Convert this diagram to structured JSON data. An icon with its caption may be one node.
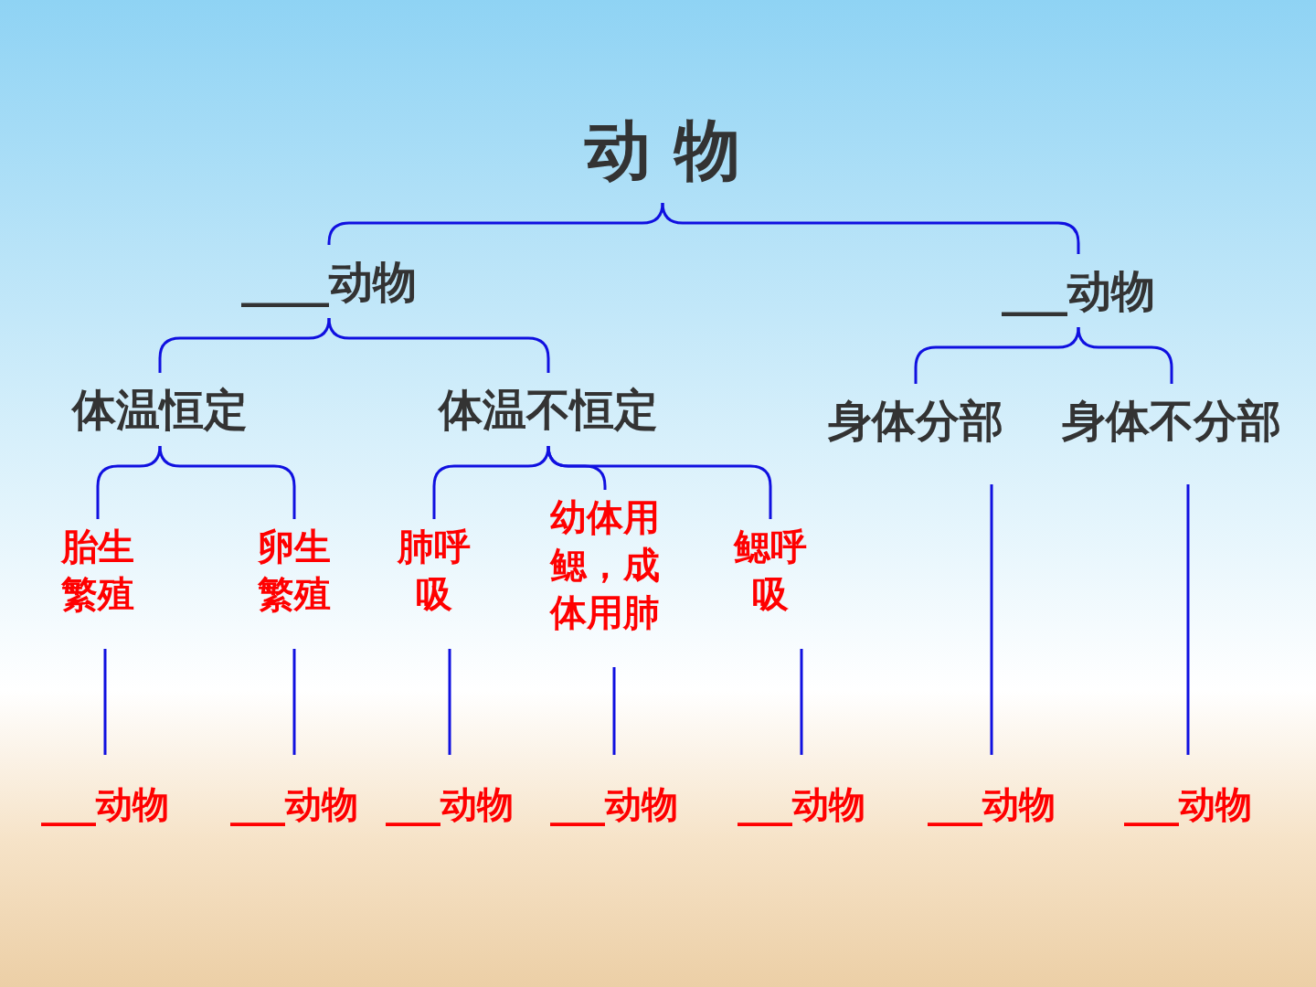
{
  "diagram": {
    "nodes": [
      {
        "text": [
          "动 物"
        ]
      },
      {
        "text": [
          "____动物"
        ]
      },
      {
        "text": [
          "___动物"
        ]
      },
      {
        "text": [
          "体温恒定"
        ]
      },
      {
        "text": [
          "体温不恒定"
        ]
      },
      {
        "text": [
          "身体分部"
        ]
      },
      {
        "text": [
          "身体不分部"
        ]
      },
      {
        "text": [
          "胎生繁殖"
        ]
      },
      {
        "text": [
          "卵生繁殖"
        ]
      },
      {
        "text": [
          "肺呼吸"
        ]
      },
      {
        "text": [
          "幼体用鳃，成体用肺"
        ]
      },
      {
        "text": [
          "鳃呼吸"
        ]
      },
      {
        "text": [
          "___动物"
        ]
      },
      {
        "text": [
          "___动物"
        ]
      },
      {
        "text": [
          "___动物"
        ]
      },
      {
        "text": [
          "___动物"
        ]
      },
      {
        "text": [
          "___动物"
        ]
      },
      {
        "text": [
          "___动物"
        ]
      },
      {
        "text": [
          "___动物"
        ]
      }
    ],
    "edges": [
      {
        "from": 0,
        "to": 1,
        "arrow": "none"
      },
      {
        "from": 0,
        "to": 2,
        "arrow": "none"
      },
      {
        "from": 1,
        "to": 3,
        "arrow": "none"
      },
      {
        "from": 1,
        "to": 4,
        "arrow": "none"
      },
      {
        "from": 2,
        "to": 5,
        "arrow": "none"
      },
      {
        "from": 2,
        "to": 6,
        "arrow": "none"
      },
      {
        "from": 3,
        "to": 7,
        "arrow": "none"
      },
      {
        "from": 3,
        "to": 8,
        "arrow": "none"
      },
      {
        "from": 4,
        "to": 9,
        "arrow": "none"
      },
      {
        "from": 4,
        "to": 10,
        "arrow": "none"
      },
      {
        "from": 4,
        "to": 11,
        "arrow": "none"
      },
      {
        "from": 7,
        "to": 12,
        "arrow": "none"
      },
      {
        "from": 8,
        "to": 13,
        "arrow": "none"
      },
      {
        "from": 9,
        "to": 14,
        "arrow": "none"
      },
      {
        "from": 10,
        "to": 15,
        "arrow": "none"
      },
      {
        "from": 11,
        "to": 16,
        "arrow": "none"
      },
      {
        "from": 5,
        "to": 17,
        "arrow": "none"
      },
      {
        "from": 6,
        "to": 18,
        "arrow": "none"
      }
    ]
  }
}
